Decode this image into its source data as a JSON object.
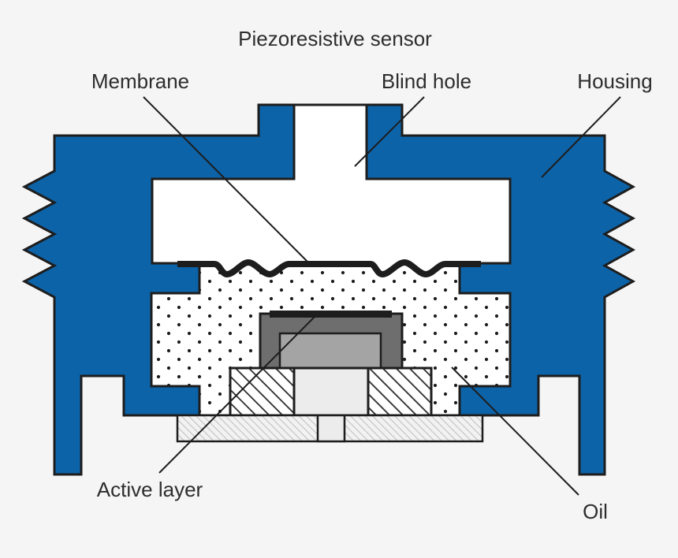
{
  "title": "Piezoresistive sensor",
  "labels": {
    "membrane": "Membrane",
    "blind_hole": "Blind hole",
    "housing": "Housing",
    "active_layer": "Active layer",
    "oil": "Oil"
  },
  "colors": {
    "background": "#f5f5f5",
    "housing_blue": "#0d63a8",
    "cavity_white": "#ffffff",
    "oil_white": "#ffffff",
    "chip_dark": "#6e6e6e",
    "chip_inner": "#a4a4a4",
    "chip_contact_black": "#1d1d1d",
    "block_light": "#ececec",
    "plate_fill": "#f2f2f2",
    "outline": "#1d1d1d",
    "text": "#2d2d2d"
  }
}
